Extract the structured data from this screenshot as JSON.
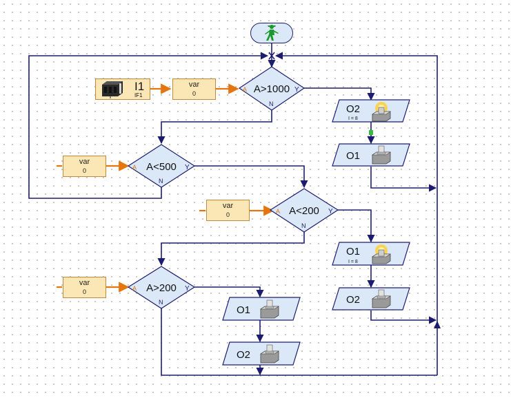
{
  "start": {
    "icon": "ampelmann-walking-icon",
    "color": "#1a9a2a"
  },
  "input": {
    "name": "I1",
    "interface": "IF1",
    "icon": "sensor-module-icon"
  },
  "variables": [
    {
      "id": "var1",
      "name": "var",
      "value": "0"
    },
    {
      "id": "var2",
      "name": "var",
      "value": "0"
    },
    {
      "id": "var3",
      "name": "var",
      "value": "0"
    },
    {
      "id": "var4",
      "name": "var",
      "value": "0"
    }
  ],
  "branches": [
    {
      "id": "d1",
      "condition": "A>1000",
      "in_label": "A",
      "yes_label": "Y",
      "no_label": "N"
    },
    {
      "id": "d2",
      "condition": "A<500",
      "in_label": "A",
      "yes_label": "Y",
      "no_label": "N"
    },
    {
      "id": "d3",
      "condition": "A<200",
      "in_label": "A",
      "yes_label": "Y",
      "no_label": "N"
    },
    {
      "id": "d4",
      "condition": "A>200",
      "in_label": "A",
      "yes_label": "Y",
      "no_label": "N"
    }
  ],
  "outputs": [
    {
      "id": "o1",
      "name": "O2",
      "param": "I = 8",
      "lamp_on": true
    },
    {
      "id": "o2",
      "name": "O1",
      "param": "",
      "lamp_on": false
    },
    {
      "id": "o3",
      "name": "O1",
      "param": "I = 8",
      "lamp_on": true
    },
    {
      "id": "o4",
      "name": "O2",
      "param": "",
      "lamp_on": false
    },
    {
      "id": "o5",
      "name": "O1",
      "param": "",
      "lamp_on": false
    },
    {
      "id": "o6",
      "name": "O2",
      "param": "",
      "lamp_on": false
    }
  ],
  "colors": {
    "flow_line": "#1c1c6e",
    "data_line": "#e5750f",
    "block_fill": "#dbe8f7",
    "var_fill": "#fbe6b5",
    "var_border": "#c08a3a",
    "connector": "#2fbf3a"
  }
}
